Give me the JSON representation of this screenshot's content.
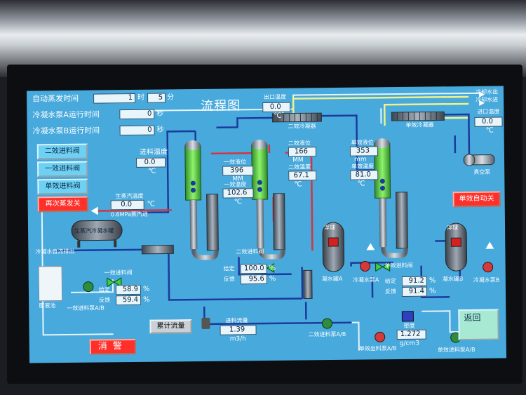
{
  "header": {
    "title": "流程图",
    "auto_evap_label": "自动蒸发时间",
    "auto_evap_hours": "1",
    "hour_unit": "时",
    "auto_evap_minutes": "5",
    "minute_unit": "分",
    "pump_a_label": "冷凝水泵A运行时间",
    "pump_a_value": "0",
    "pump_b_label": "冷凝水泵B运行时间",
    "pump_b_value": "0",
    "second_unit": "秒"
  },
  "valves": {
    "second_feed": "二效进料阀",
    "first_feed": "一效进料阀",
    "single_feed": "单效进料阀",
    "re_evap": "再次蒸发关"
  },
  "readings": {
    "feed_temp_label": "进料温度",
    "feed_temp_value": "0.0",
    "temp_unit": "℃",
    "steam_temp_label": "生蒸汽温度",
    "steam_temp_value": "0.0",
    "steam_inlet": "0.6MPa蒸汽进",
    "outlet_temp_label": "出口温度",
    "outlet_temp_value": "0.0",
    "inlet_temp_label": "进口温度",
    "inlet_temp_value": "0.0",
    "first_level_label": "一效液位",
    "first_level_value": "396",
    "first_temp_label": "一效温度",
    "first_temp_value": "102.6",
    "second_level_label": "二效液位",
    "second_level_value": "166",
    "second_temp_label": "二效温度",
    "second_temp_value": "67.1",
    "single_level_label": "单效液位",
    "single_level_value": "353",
    "single_temp_label": "单效温度",
    "single_temp_value": "81.0",
    "mm_unit": "MM",
    "mm_unit_lower": "mm",
    "second_valve_label": "二效进料阀",
    "second_set_label": "给定",
    "second_set_value": "100.0",
    "second_fb_label": "反馈",
    "second_fb_value": "95.6",
    "first_valve_label": "一效进料阀",
    "first_set_label": "给定",
    "first_set_value": "58.9",
    "first_fb_label": "反馈",
    "first_fb_value": "59.4",
    "single_valve_label": "单效进料阀",
    "single_set_label": "给定",
    "single_set_value": "91.2",
    "single_fb_label": "反馈",
    "single_fb_value": "91.4",
    "pct_unit": "%",
    "flow_label": "进料流量",
    "flow_value": "1.39",
    "flow_unit": "m3/h",
    "density_label": "密度",
    "density_value": "1.272",
    "density_unit": "g/cm3"
  },
  "equipment": {
    "condensate_tank": "生蒸汽冷凝水罐",
    "condensate_drain": "冷凝水自流排出",
    "raw_tank": "原液池",
    "first_feed_pump": "一效进料泵A/B",
    "condenser_2": "二效冷凝器",
    "condenser_1": "单效冷凝器",
    "cooling_out": "冷却水出",
    "cooling_in": "冷却水进",
    "vacuum_pump": "真空泵",
    "float_label": "浮球",
    "cond_tank_a": "凝水罐A",
    "cond_tank_b": "凝水罐B",
    "cond_pump_a": "冷凝水泵A",
    "cond_pump_b": "冷凝水泵B",
    "second_feed_pump": "二效进料泵A/B",
    "single_drain_pump": "单效出料泵A/B",
    "single_feed_pump": "单效进料泵A/B"
  },
  "buttons": {
    "single_auto": "单效自动关",
    "total_flow": "累计流量",
    "alarm": "消警",
    "back": "返回"
  },
  "colors": {
    "screen_bg": "#47a9dc",
    "pipe_dark": "#1c3a9c",
    "pipe_red": "#d6343f",
    "pipe_white": "#e8f4fb",
    "pipe_yellow": "#f3f08a",
    "evaporator_green": "#6ee34a",
    "alarm_red": "#ff2f2a"
  }
}
